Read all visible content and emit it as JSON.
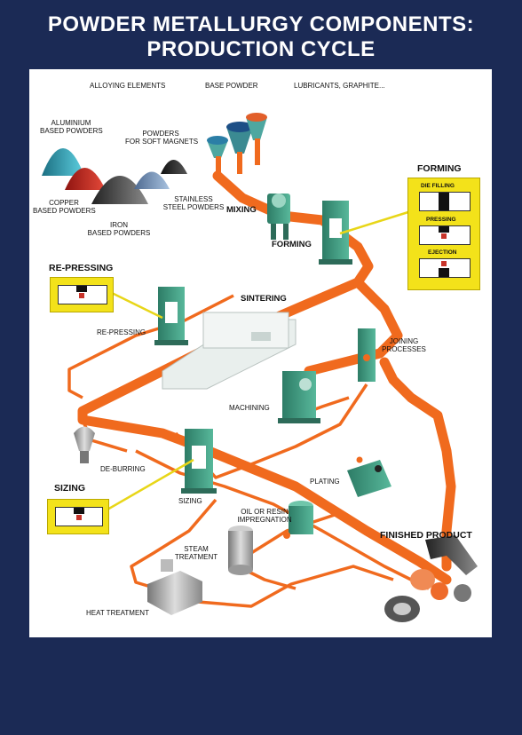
{
  "header": {
    "title_line1": "POWDER METALLURGY COMPONENTS:",
    "title_line2": "PRODUCTION CYCLE"
  },
  "inputs": {
    "alloying": "ALLOYING ELEMENTS",
    "base": "BASE POWDER",
    "lubricants": "LUBRICANTS, GRAPHITE..."
  },
  "powders": {
    "aluminium": [
      "ALUMINIUM",
      "BASED POWDERS"
    ],
    "soft_magnets": [
      "POWDERS",
      "FOR SOFT MAGNETS"
    ],
    "copper": [
      "COPPER",
      "BASED POWDERS"
    ],
    "stainless": [
      "STAINLESS",
      "STEEL POWDERS"
    ],
    "iron": [
      "IRON",
      "BASED POWDERS"
    ]
  },
  "stages": {
    "mixing": "MIXING",
    "forming": "FORMING",
    "sintering": "SINTERING",
    "re_pressing": "RE-PRESSING",
    "joining": [
      "JOINING",
      "PROCESSES"
    ],
    "machining": "MACHINING",
    "de_burring": "DE-BURRING",
    "plating": "PLATING",
    "sizing": "SIZING",
    "oil_resin": [
      "OIL OR RESIN",
      "IMPREGNATION"
    ],
    "steam": [
      "STEAM",
      "TREATMENT"
    ],
    "heat": "HEAT TREATMENT",
    "finished": "FINISHED PRODUCT"
  },
  "callouts": {
    "forming": {
      "title": "FORMING",
      "steps": [
        "DIE FILLING",
        "PRESSING",
        "EJECTION"
      ]
    },
    "re_pressing": {
      "title": "RE-PRESSING"
    },
    "sizing": {
      "title": "SIZING"
    }
  },
  "colors": {
    "background": "#1b2a55",
    "flow": "#f06a1e",
    "machine": "#3f9e83",
    "callout": "#f3e21a"
  }
}
